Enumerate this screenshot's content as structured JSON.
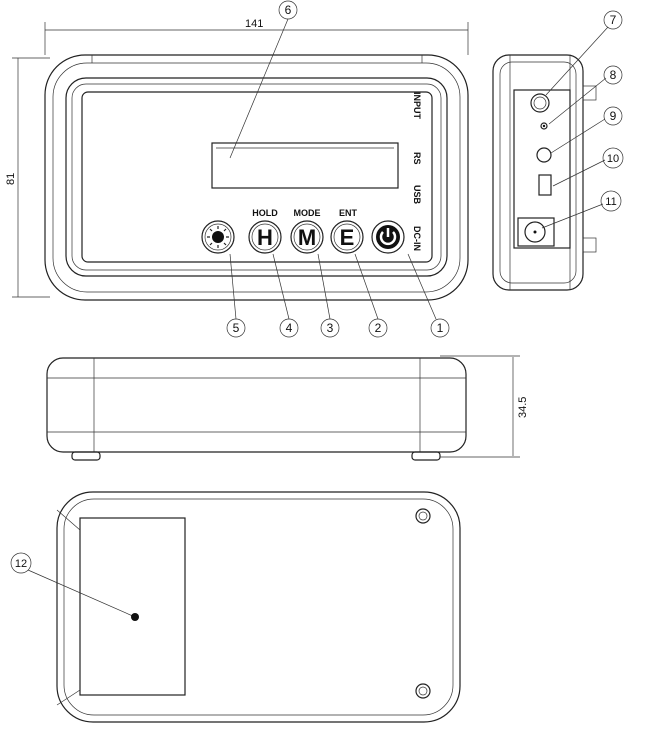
{
  "dimensions": {
    "width": "141",
    "height": "81",
    "depth": "34.5"
  },
  "button_labels": {
    "hold": "HOLD",
    "mode": "MODE",
    "ent": "ENT"
  },
  "button_glyphs": {
    "h": "H",
    "m": "M",
    "e": "E"
  },
  "port_labels": {
    "input": "INPUT",
    "rs": "RS",
    "usb": "USB",
    "dcin": "DC-IN"
  },
  "callouts": [
    "1",
    "2",
    "3",
    "4",
    "5",
    "6",
    "7",
    "8",
    "9",
    "10",
    "11",
    "12"
  ],
  "icons": [
    "sun-icon",
    "power-icon"
  ]
}
